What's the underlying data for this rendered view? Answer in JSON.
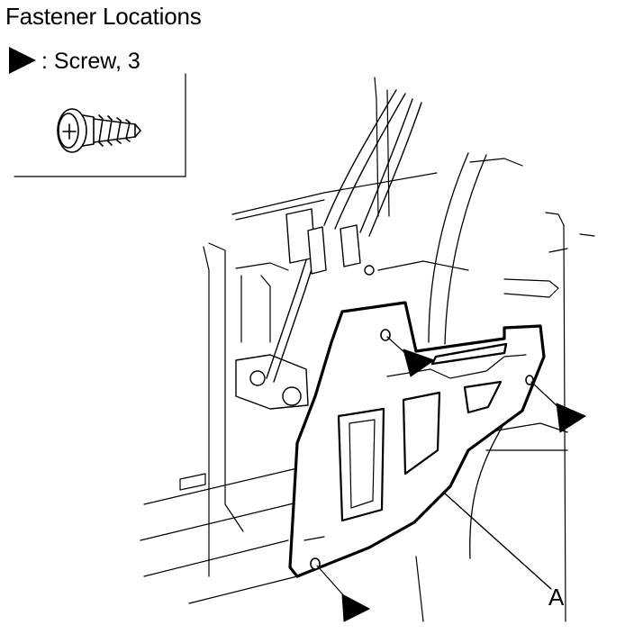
{
  "title": "Fastener Locations",
  "legend": {
    "separator": ":",
    "label": "Screw, 3"
  },
  "callouts": {
    "a": "A"
  }
}
